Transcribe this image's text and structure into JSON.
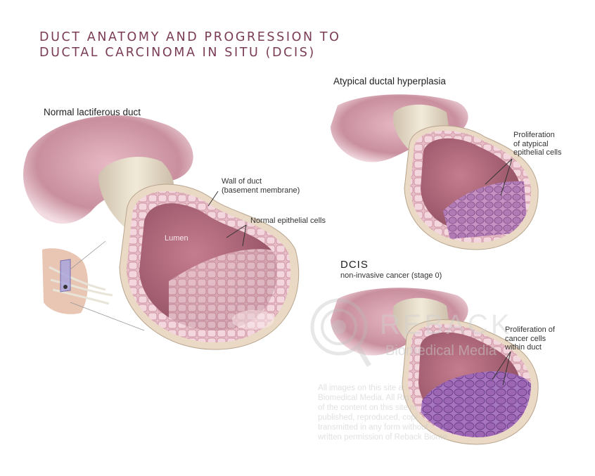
{
  "title": {
    "line1": "DUCT ANATOMY AND PROGRESSION TO",
    "line2": "DUCTAL CARCINOMA IN SITU (DCIS)"
  },
  "normal": {
    "heading": "Normal lactiferous duct",
    "wall_line1": "Wall of duct",
    "wall_line2": "(basement membrane)",
    "epithelial": "Normal epithelial cells",
    "lumen": "Lumen"
  },
  "adh": {
    "heading": "Atypical ductal hyperplasia",
    "line1": "Proliferation",
    "line2": "of atypical",
    "line3": "epithelial cells"
  },
  "dcis": {
    "heading": "DCIS",
    "subheading": "non-invasive cancer (stage 0)",
    "line1": "Proliferation of",
    "line2": "cancer cells",
    "line3": "within duct"
  },
  "watermark": {
    "brand": "REBACK",
    "brand2": "Biomedical Media",
    "lines": [
      "All images on this site a",
      "Biomedical Media. All Rig",
      "of the content on this site m",
      "published, reproduced, copi",
      "transmitted in any form without",
      "written permission of Reback Biome"
    ]
  },
  "colors": {
    "title": "#7a3b55",
    "duct_wall": "#ecdcc8",
    "lumen": "#c9828f",
    "cells": "#e6b2bf",
    "atypical": "#9a5b9c",
    "cancer": "#8e5aa8"
  }
}
